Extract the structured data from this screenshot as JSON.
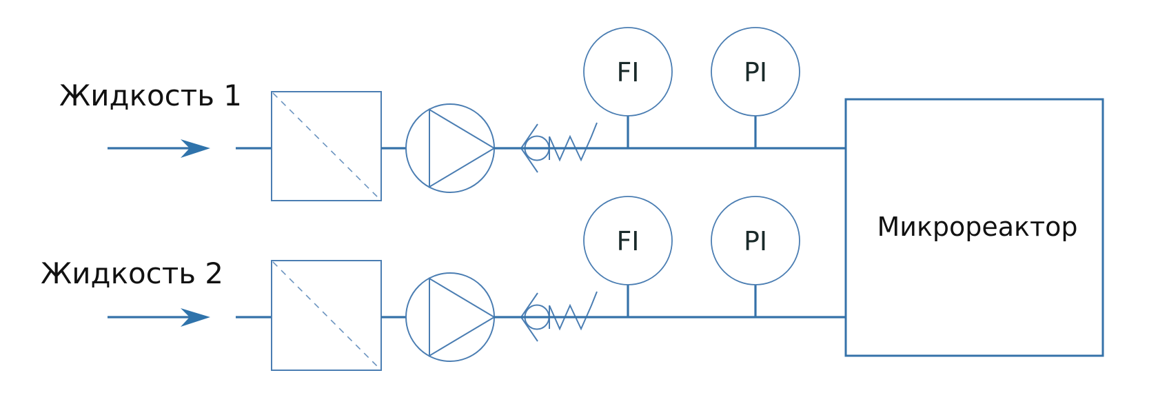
{
  "diagram": {
    "lines": [
      {
        "label": "Жидкость 1",
        "flow_indicator": "FI",
        "pressure_indicator": "PI"
      },
      {
        "label": "Жидкость 2",
        "flow_indicator": "FI",
        "pressure_indicator": "PI"
      }
    ],
    "reactor": {
      "label": "Микрореактор"
    },
    "components_per_line": [
      "flow-arrow",
      "filter",
      "pump",
      "check-valve",
      "flow-indicator",
      "pressure-indicator"
    ],
    "colors": {
      "pipe": "#3572a9",
      "symbol": "#4a7db2",
      "text": "#111111",
      "background": "#ffffff"
    }
  }
}
